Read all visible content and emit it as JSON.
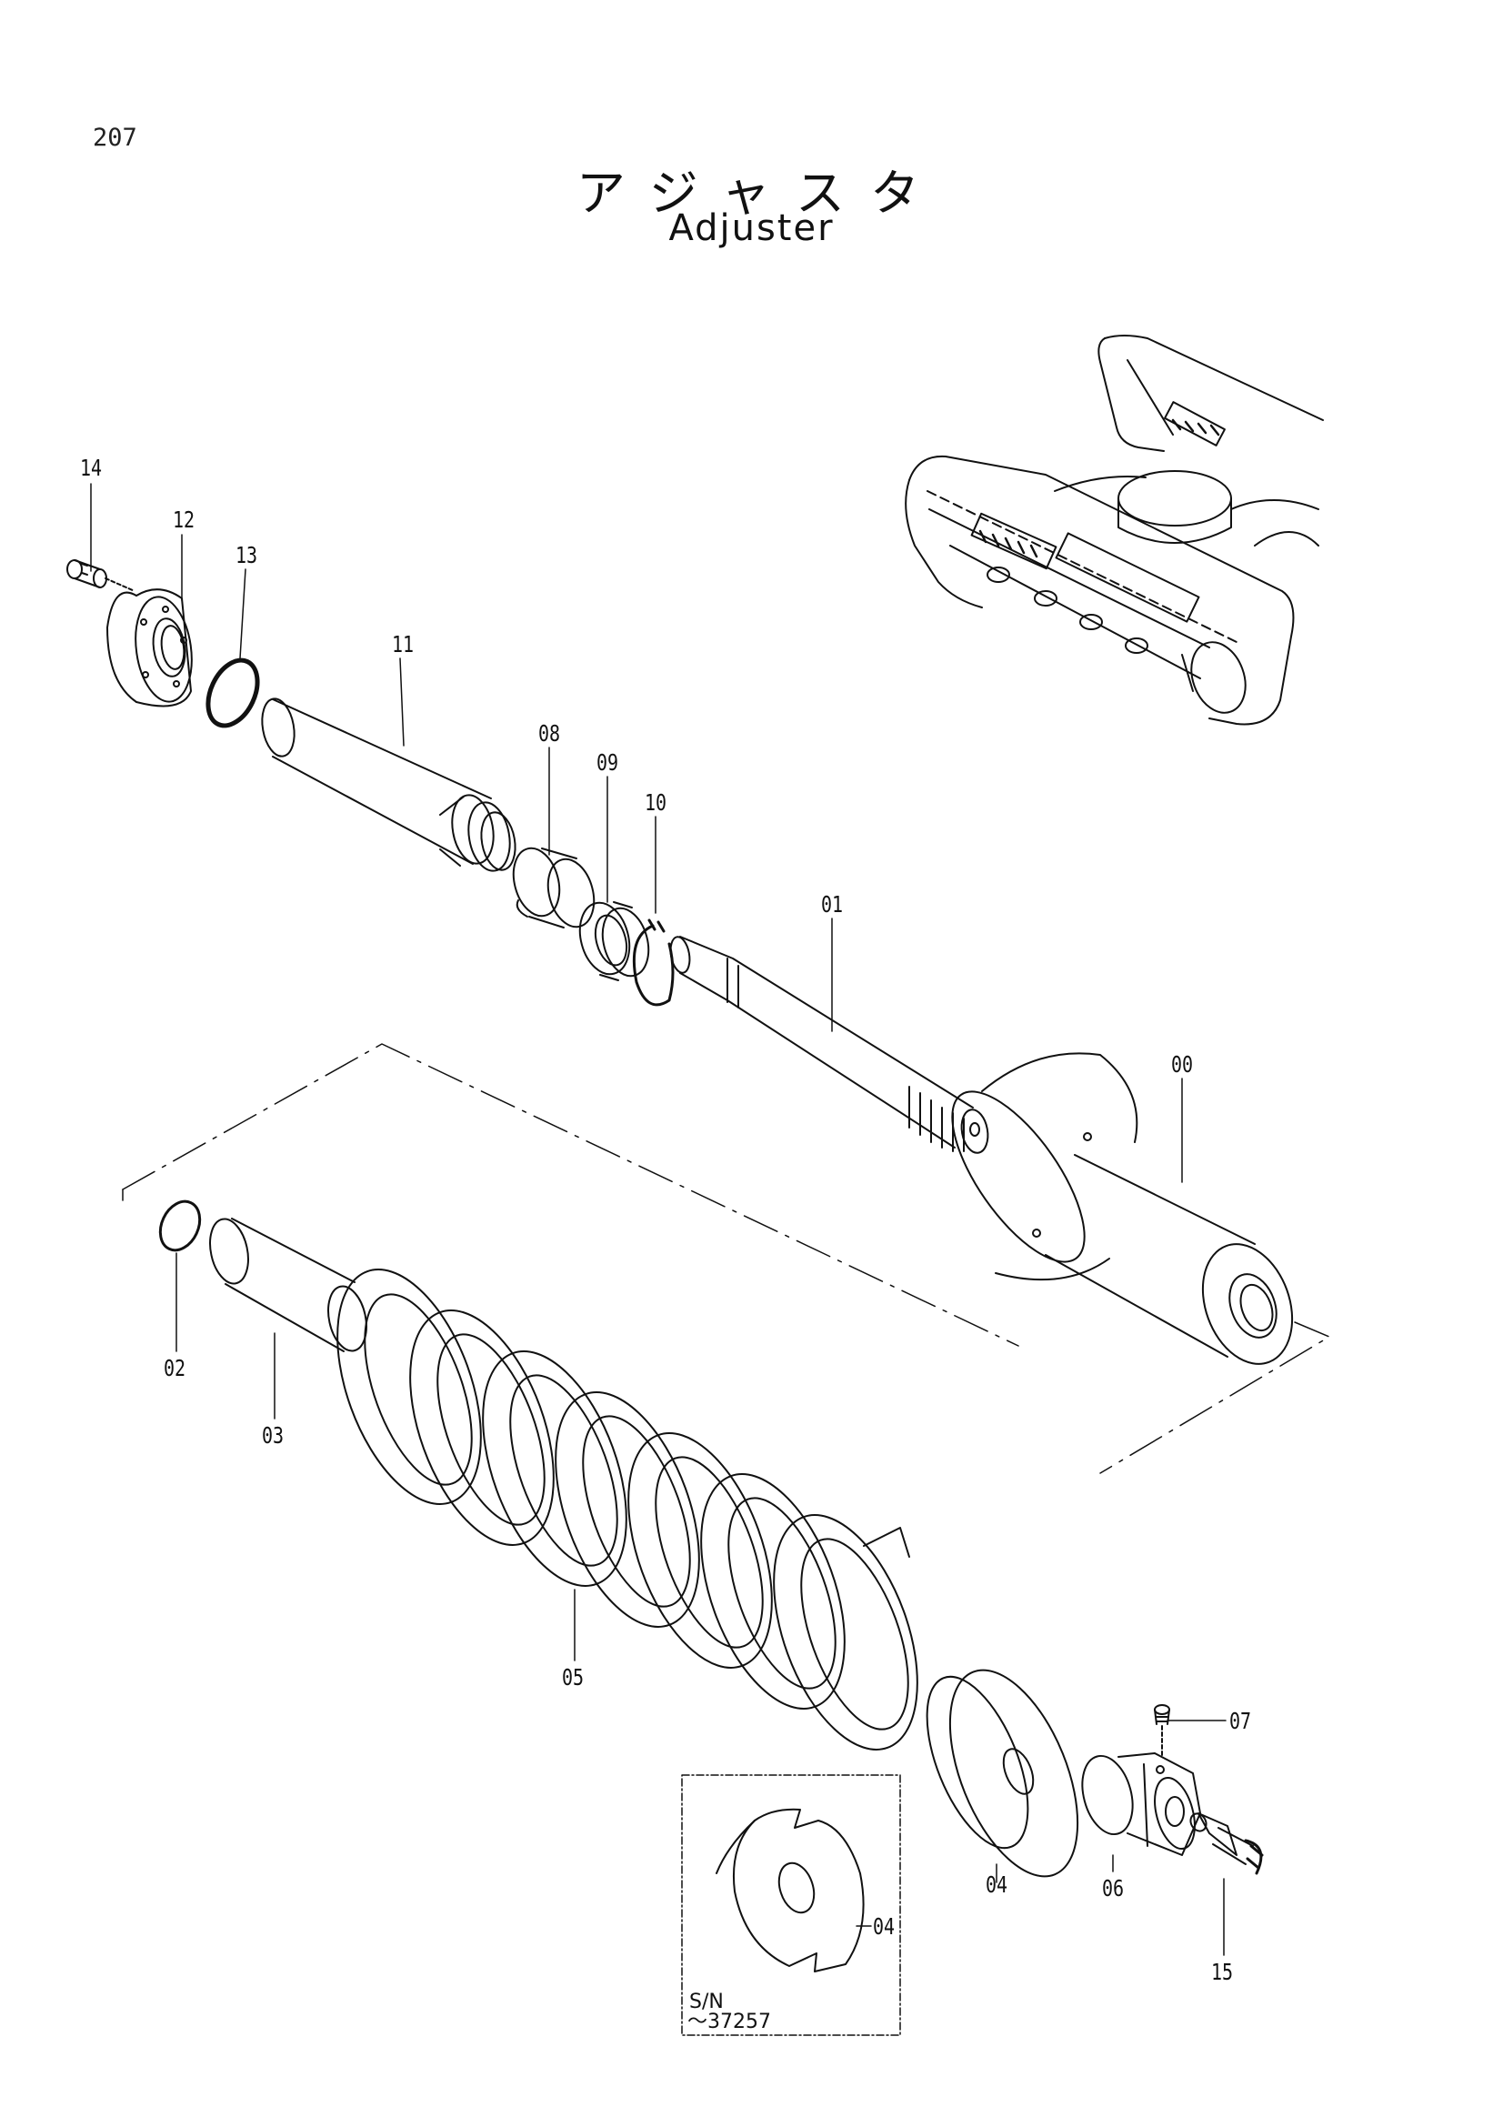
{
  "page_number": "207",
  "title_jp": "アジャスタ",
  "title_en": "Adjuster",
  "callouts": {
    "c00": "00",
    "c01": "01",
    "c02": "02",
    "c03": "03",
    "c04a": "04",
    "c04b": "04",
    "c05": "05",
    "c06": "06",
    "c07": "07",
    "c08": "08",
    "c09": "09",
    "c10": "10",
    "c11": "11",
    "c12": "12",
    "c13": "13",
    "c14": "14",
    "c15": "15"
  },
  "inset_note": {
    "line1": "S/N",
    "line2": "～37257"
  }
}
